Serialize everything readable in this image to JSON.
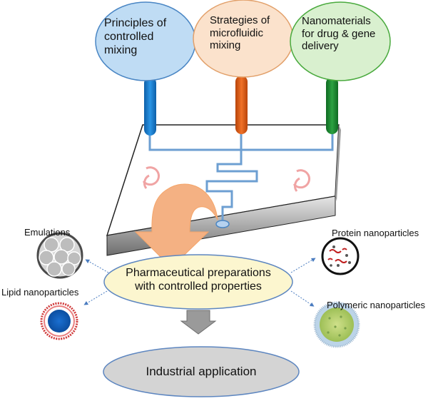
{
  "topics": [
    {
      "line1": "Principles of",
      "line2": "controlled",
      "line3": "mixing",
      "fill": "#bfdcf4",
      "stroke": "#4a86c4",
      "pipe": "#1f7fd1"
    },
    {
      "line1": "Strategies of",
      "line2": "microfluidic",
      "line3": "mixing",
      "fill": "#fbe2cc",
      "stroke": "#e2a06a",
      "pipe": "#e05e12"
    },
    {
      "line1": "Nanomaterials",
      "line2": "for drug & gene",
      "line3": "delivery",
      "fill": "#d9f0cf",
      "stroke": "#4aaa3e",
      "pipe": "#1e8a2e"
    }
  ],
  "products": {
    "emulations": "Emulations",
    "lipid": "Lipid nanoparticles",
    "protein": "Protein nanoparticles",
    "polymeric": "Polymeric nanoparticles"
  },
  "center": {
    "line1": "Pharmaceutical preparations",
    "line2": "with controlled properties"
  },
  "bottom": {
    "label": "Industrial application"
  },
  "colors": {
    "channel": "#6d9fd2",
    "arrow": "#f4b183",
    "chip_top": "#ffffff",
    "chip_side": "#808080",
    "center_fill": "#fcf6cf",
    "bottom_fill": "#d4d4d4"
  }
}
